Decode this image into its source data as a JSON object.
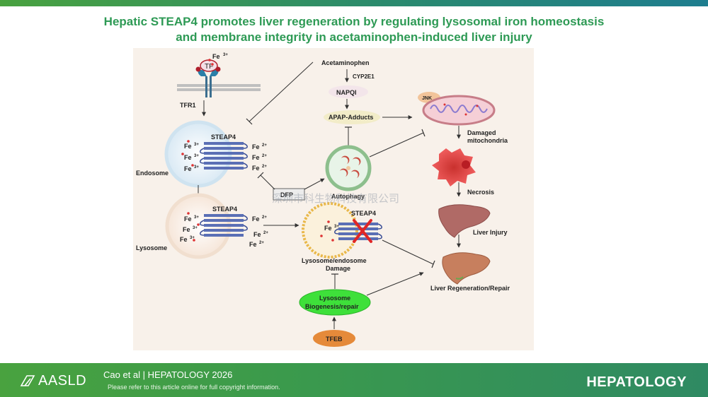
{
  "title": {
    "line1": "Hepatic STEAP4 promotes liver regeneration by regulating lysosomal iron homeostasis",
    "line2": "and membrane integrity in acetaminophen-induced liver injury"
  },
  "diagram": {
    "fe3_top": "Fe",
    "fe3_sup": "3+",
    "tf": "TF",
    "tfr1": "TFR1",
    "acetaminophen": "Acetaminophen",
    "cyp2e1": "CYP2E1",
    "napqi": "NAPQI",
    "apap_adducts": "APAP-Adducts",
    "jnk": "JNK",
    "damaged_mito_1": "Damaged",
    "damaged_mito_2": "mitochondria",
    "necrosis": "Necrosis",
    "liver_injury": "Liver Injury",
    "liver_regen": "Liver Regeneration/Repair",
    "steap4": "STEAP4",
    "endosome": "Endosome",
    "lysosome": "Lysosome",
    "fe": "Fe",
    "sup3": "3+",
    "sup2": "2+",
    "dfp": "DFP",
    "autophagy": "Autophagy",
    "lyso_damage_1": "Lysosome/endosome",
    "lyso_damage_2": "Damage",
    "biogenesis_1": "Lysosome",
    "biogenesis_2": "Biogenesis/repair",
    "tfeb": "TFEB",
    "watermark": "深圳市科生物科技有限公司"
  },
  "footer": {
    "logo": "AASLD",
    "citation": "Cao et al  |  HEPATOLOGY 2026",
    "notice": "Please refer to this article online for full copyright information.",
    "journal": "HEPATOLOGY"
  },
  "colors": {
    "title_green": "#2e9a55",
    "footer_green": "#3b9a4c",
    "panel_bg": "#f8f1ea",
    "steap4_blue": "#5a6fb5",
    "biogenesis_green": "#3ee03a",
    "tfeb_orange": "#e58a3a"
  }
}
